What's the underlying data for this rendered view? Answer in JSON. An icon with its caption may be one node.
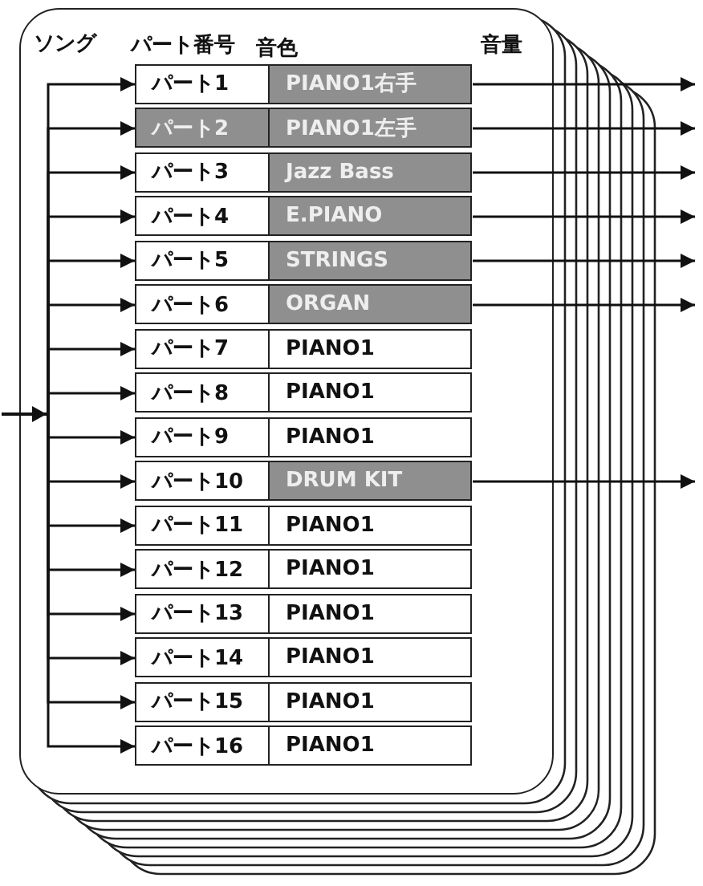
{
  "diagram": {
    "nodes": [
      {
        "text": [
          "ソング"
        ]
      },
      {
        "text": [
          "パート1"
        ],
        "in": 0
      },
      {
        "text": [
          "PIANO1右手"
        ],
        "in": 0
      },
      {
        "text": [
          "パート2"
        ],
        "in": 0
      },
      {
        "text": [
          "PIANO1左手"
        ],
        "in": 0
      },
      {
        "text": [
          "パート3"
        ],
        "in": 0
      },
      {
        "text": [
          "Jazz Bass"
        ],
        "in": 0
      },
      {
        "text": [
          "パート4"
        ],
        "in": 0
      },
      {
        "text": [
          "E.PIANO"
        ],
        "in": 0
      },
      {
        "text": [
          "パート5"
        ],
        "in": 0
      },
      {
        "text": [
          "STRINGS"
        ],
        "in": 0
      },
      {
        "text": [
          "パート6"
        ],
        "in": 0
      },
      {
        "text": [
          "ORGAN"
        ],
        "in": 0
      },
      {
        "text": [
          "パート7"
        ],
        "in": 0
      },
      {
        "text": [
          "PIANO1"
        ],
        "in": 0
      },
      {
        "text": [
          "パート8"
        ],
        "in": 0
      },
      {
        "text": [
          "PIANO1"
        ],
        "in": 0
      },
      {
        "text": [
          "パート9"
        ],
        "in": 0
      },
      {
        "text": [
          "PIANO1"
        ],
        "in": 0
      },
      {
        "text": [
          "パート10"
        ],
        "in": 0
      },
      {
        "text": [
          "DRUM KIT"
        ],
        "in": 0
      },
      {
        "text": [
          "パート11"
        ],
        "in": 0
      },
      {
        "text": [
          "PIANO1"
        ],
        "in": 0
      },
      {
        "text": [
          "パート12"
        ],
        "in": 0
      },
      {
        "text": [
          "PIANO1"
        ],
        "in": 0
      },
      {
        "text": [
          "パート13"
        ],
        "in": 0
      },
      {
        "text": [
          "PIANO1"
        ],
        "in": 0
      },
      {
        "text": [
          "パート14"
        ],
        "in": 0
      },
      {
        "text": [
          "PIANO1"
        ],
        "in": 0
      },
      {
        "text": [
          "パート15"
        ],
        "in": 0
      },
      {
        "text": [
          "PIANO1"
        ],
        "in": 0
      },
      {
        "text": [
          "パート16"
        ],
        "in": 0
      },
      {
        "text": [
          "PIANO1"
        ],
        "in": 0
      }
    ],
    "edges": [
      {
        "from": null,
        "to": 1,
        "arrow": "to"
      },
      {
        "from": null,
        "to": 3,
        "arrow": "to"
      },
      {
        "from": null,
        "to": 5,
        "arrow": "to"
      },
      {
        "from": null,
        "to": 7,
        "arrow": "to"
      },
      {
        "from": null,
        "to": 9,
        "arrow": "to"
      },
      {
        "from": null,
        "to": 11,
        "arrow": "to"
      },
      {
        "from": null,
        "to": 13,
        "arrow": "to"
      },
      {
        "from": null,
        "to": 15,
        "arrow": "to"
      },
      {
        "from": null,
        "to": 17,
        "arrow": "to"
      },
      {
        "from": null,
        "to": 19,
        "arrow": "to"
      },
      {
        "from": null,
        "to": 21,
        "arrow": "to"
      },
      {
        "from": null,
        "to": 23,
        "arrow": "to"
      },
      {
        "from": null,
        "to": 25,
        "arrow": "to"
      },
      {
        "from": null,
        "to": 27,
        "arrow": "to"
      },
      {
        "from": null,
        "to": 29,
        "arrow": "to"
      },
      {
        "from": null,
        "to": 31,
        "arrow": "to"
      },
      {
        "from": 2,
        "to": null,
        "arrow": "to"
      },
      {
        "from": 4,
        "to": null,
        "arrow": "to"
      },
      {
        "from": 6,
        "to": null,
        "arrow": "to"
      },
      {
        "from": 8,
        "to": null,
        "arrow": "to"
      },
      {
        "from": 10,
        "to": null,
        "arrow": "to"
      },
      {
        "from": 12,
        "to": null,
        "arrow": "to"
      },
      {
        "from": 20,
        "to": null,
        "arrow": "to"
      }
    ],
    "labels": [
      "パート番号",
      "音色",
      "音量"
    ]
  }
}
